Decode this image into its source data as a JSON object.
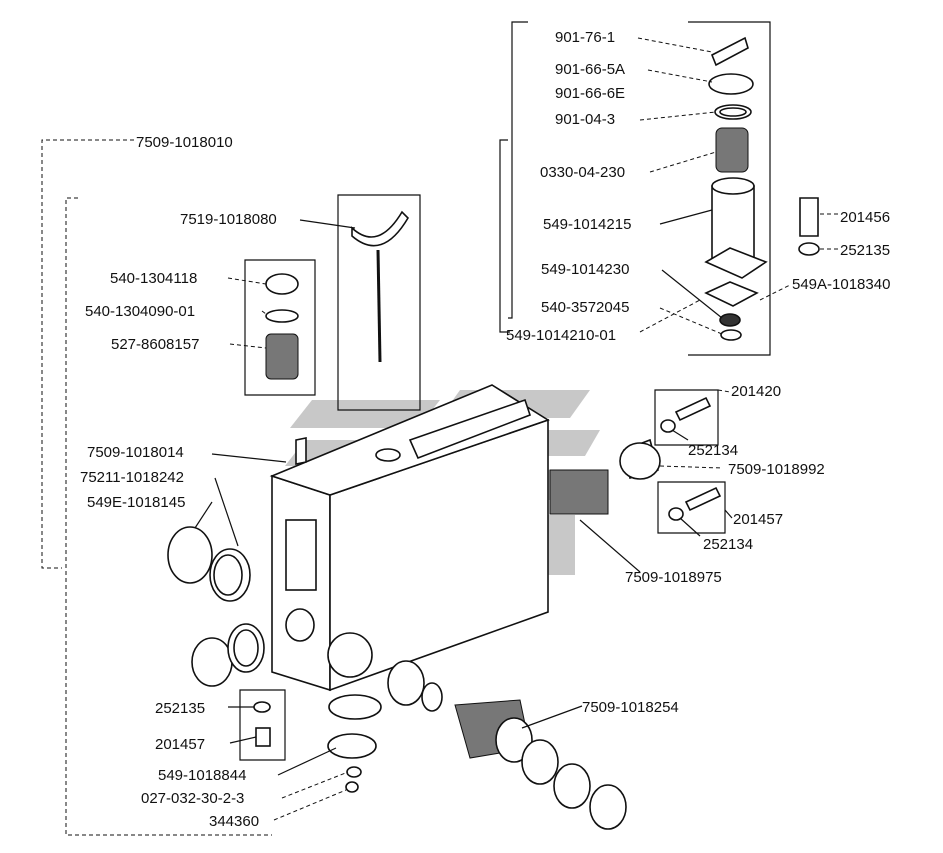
{
  "labels": {
    "l901_76_1": "901-76-1",
    "l901_66_5a": "901-66-5A",
    "l901_66_6e": "901-66-6E",
    "l901_04_3": "901-04-3",
    "l0330_04_230": "0330-04-230",
    "l549_1014215": "549-1014215",
    "l549_1014230": "549-1014230",
    "l540_3572045": "540-3572045",
    "l549_1014210_01": "549-1014210-01",
    "l201456": "201456",
    "l252135_top": "252135",
    "l549a_1018340": "549A-1018340",
    "l7509_1018010": "7509-1018010",
    "l7519_1018080": "7519-1018080",
    "l540_1304118": "540-1304118",
    "l540_1304090_01": "540-1304090-01",
    "l527_8608157": "527-8608157",
    "l201420": "201420",
    "l252134_a": "252134",
    "l7509_1018992": "7509-1018992",
    "l201457_right": "201457",
    "l252134_b": "252134",
    "l7509_1018975": "7509-1018975",
    "l7509_1018014": "7509-1018014",
    "l75211_1018242": "75211-1018242",
    "l549e_1018145": "549E-1018145",
    "l252135_bottom": "252135",
    "l201457_bottom": "201457",
    "l549_1018844": "549-1018844",
    "l027_032_30_2_3": "027-032-30-2-3",
    "l344360": "344360",
    "l7509_1018254": "7509-1018254"
  }
}
